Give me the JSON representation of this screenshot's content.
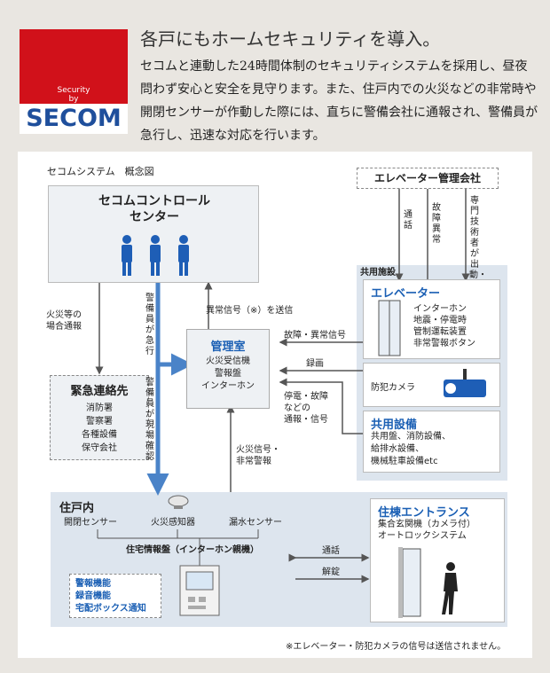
{
  "logo": {
    "by_text": "Security\nby",
    "brand": "SECOM"
  },
  "header": {
    "title": "各戸にもホームセキュリティを導入。",
    "lead": "セコムと連動した24時間体制のセキュリティシステムを採用し、昼夜問わず安心と安全を見守ります。また、住戸内での火災などの非常時や開閉センサーが作動した際には、直ちに警備会社に通報され、警備員が急行し、迅速な対応を行います。"
  },
  "diagram": {
    "title": "セコムシステム　概念図",
    "control_center": "セコムコントロール\nセンター",
    "elevator_company": "エレベーター管理会社",
    "emergency": {
      "title": "緊急連絡先",
      "items": [
        "消防署",
        "警察署",
        "各種設備",
        "保守会社"
      ]
    },
    "kanri": {
      "title": "管理室",
      "items": [
        "火災受信機",
        "警報盤",
        "インターホン"
      ]
    },
    "kyoyo_shisetsu": "共用施設",
    "elevator": {
      "title": "エレベーター",
      "items": [
        "インターホン",
        "地震・停電時",
        "管制運転装置",
        "非常警報ボタン"
      ]
    },
    "camera": "防犯カメラ",
    "kyoyo_setsubi": {
      "title": "共用設備",
      "items": [
        "共用盤、消防設備、",
        "給排水設備、",
        "機械駐車設備etc"
      ]
    },
    "juko": {
      "title": "住戸内",
      "sensors": [
        "開閉センサー",
        "火災感知器",
        "漏水センサー"
      ],
      "panel_name": "住宅情報盤（インターホン親機）",
      "functions": [
        "警報機能",
        "録音機能",
        "宅配ボックス通知"
      ]
    },
    "entrance": {
      "title": "住棟エントランス",
      "items": [
        "集合玄関機（カメラ付）",
        "オートロックシステム"
      ]
    },
    "labels": {
      "fire_report": "火災等の\n場合通報",
      "guard_rush": "警備員が急行",
      "guard_confirm": "警備員が現場確認",
      "abnormal_send": "異常信号（※）を送信",
      "fault_abnormal": "故障・異常信号",
      "recording": "録画",
      "power_fault": "停電・故障\nなどの\n通報・信号",
      "fire_alarm": "火災信号・\n非常警報",
      "call": "通話",
      "fault_abnormal_v": "故障異常",
      "engineer": "専門技術者が出動・対応",
      "talk": "通話",
      "unlock": "解錠"
    },
    "footnote": "※エレベーター・防犯カメラの信号は送信されません。"
  },
  "colors": {
    "secom_red": "#d1111a",
    "secom_blue": "#1f4f9c",
    "accent_blue": "#1a5fb4",
    "panel_bg": "#dde5ee"
  }
}
